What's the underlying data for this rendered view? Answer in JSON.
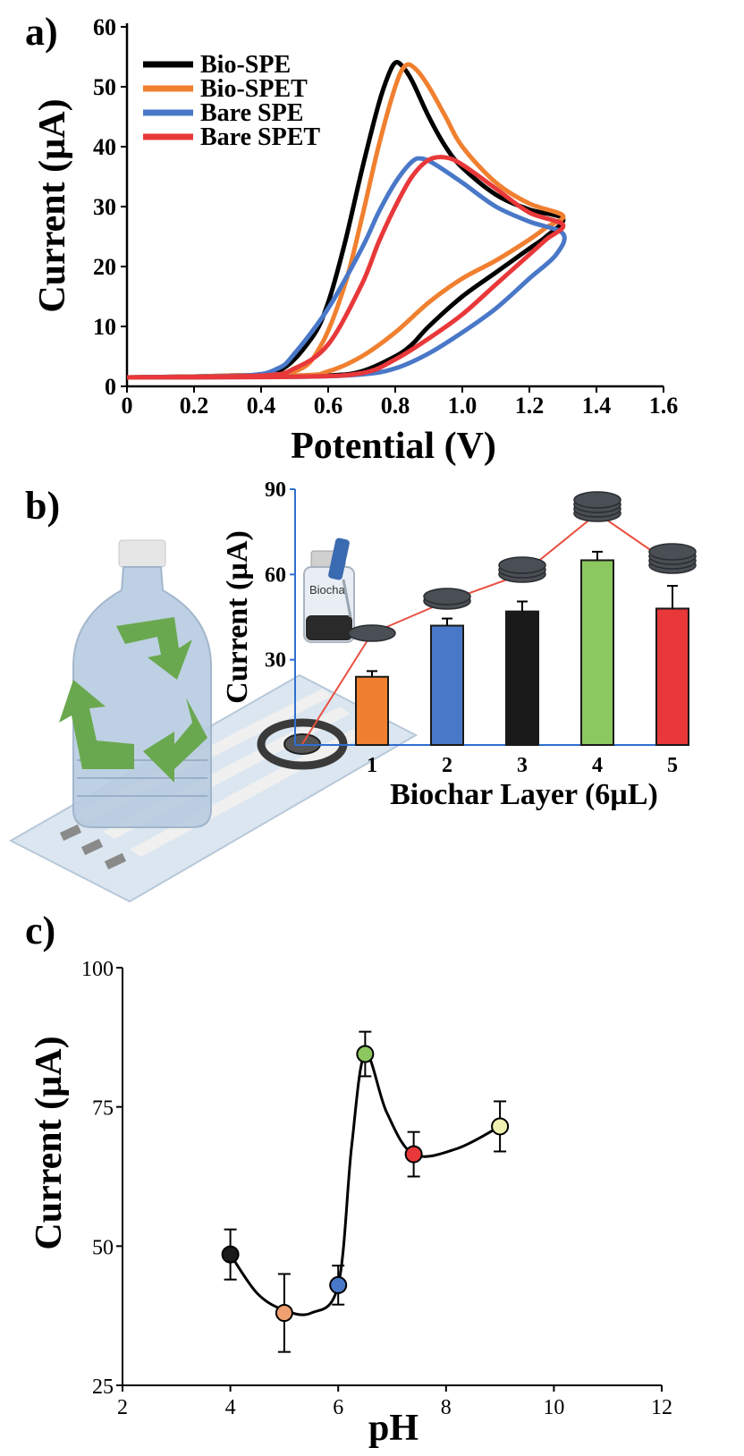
{
  "chart_data": [
    {
      "panel": "a)",
      "type": "line",
      "xlabel": "Potential (V)",
      "ylabel": "Current (µA)",
      "xlim": [
        0,
        1.6
      ],
      "ylim": [
        0,
        60
      ],
      "xticks": [
        "0",
        "0.2",
        "0.4",
        "0.6",
        "0.8",
        "1.0",
        "1.2",
        "1.4",
        "1.6"
      ],
      "yticks": [
        "0",
        "10",
        "20",
        "30",
        "40",
        "50",
        "60"
      ],
      "legend_position": "top-left",
      "series": [
        {
          "name": "Bio-SPE",
          "color": "#000000",
          "forward": [
            [
              0,
              1.5
            ],
            [
              0.3,
              1.8
            ],
            [
              0.45,
              2.5
            ],
            [
              0.55,
              8
            ],
            [
              0.6,
              14
            ],
            [
              0.65,
              24
            ],
            [
              0.7,
              36
            ],
            [
              0.75,
              47
            ],
            [
              0.78,
              52
            ],
            [
              0.8,
              54
            ],
            [
              0.82,
              53.5
            ],
            [
              0.85,
              51
            ],
            [
              0.9,
              45
            ],
            [
              0.95,
              40
            ],
            [
              1.0,
              36.5
            ],
            [
              1.1,
              32
            ],
            [
              1.2,
              29.5
            ],
            [
              1.3,
              28
            ]
          ],
          "reverse": [
            [
              1.3,
              28
            ],
            [
              1.25,
              25
            ],
            [
              1.2,
              23
            ],
            [
              1.1,
              19
            ],
            [
              1.0,
              15
            ],
            [
              0.9,
              10
            ],
            [
              0.85,
              7
            ],
            [
              0.8,
              5
            ],
            [
              0.7,
              2.5
            ],
            [
              0.6,
              1.8
            ],
            [
              0.4,
              1.6
            ],
            [
              0,
              1.5
            ]
          ]
        },
        {
          "name": "Bio-SPET",
          "color": "#f08030",
          "forward": [
            [
              0,
              1.5
            ],
            [
              0.3,
              1.8
            ],
            [
              0.5,
              2.5
            ],
            [
              0.58,
              7
            ],
            [
              0.65,
              17
            ],
            [
              0.7,
              28
            ],
            [
              0.75,
              40
            ],
            [
              0.8,
              50
            ],
            [
              0.83,
              53.5
            ],
            [
              0.86,
              53
            ],
            [
              0.9,
              50
            ],
            [
              0.95,
              45
            ],
            [
              1.0,
              40
            ],
            [
              1.1,
              34
            ],
            [
              1.2,
              30.5
            ],
            [
              1.3,
              28.5
            ]
          ],
          "reverse": [
            [
              1.3,
              28.5
            ],
            [
              1.25,
              26.5
            ],
            [
              1.2,
              24.5
            ],
            [
              1.1,
              21
            ],
            [
              1.0,
              18
            ],
            [
              0.9,
              14
            ],
            [
              0.8,
              9
            ],
            [
              0.7,
              5
            ],
            [
              0.6,
              2.5
            ],
            [
              0.5,
              1.8
            ],
            [
              0,
              1.5
            ]
          ]
        },
        {
          "name": "Bare SPE",
          "color": "#4a78c8",
          "forward": [
            [
              0,
              1.5
            ],
            [
              0.35,
              1.8
            ],
            [
              0.45,
              3
            ],
            [
              0.5,
              5.5
            ],
            [
              0.6,
              13
            ],
            [
              0.7,
              23
            ],
            [
              0.75,
              29
            ],
            [
              0.8,
              34
            ],
            [
              0.85,
              37.5
            ],
            [
              0.88,
              38
            ],
            [
              0.92,
              37
            ],
            [
              1.0,
              34
            ],
            [
              1.1,
              30
            ],
            [
              1.2,
              27.5
            ],
            [
              1.3,
              25.5
            ]
          ],
          "reverse": [
            [
              1.3,
              25.5
            ],
            [
              1.28,
              22
            ],
            [
              1.2,
              18
            ],
            [
              1.1,
              13
            ],
            [
              1.0,
              9
            ],
            [
              0.9,
              5.5
            ],
            [
              0.8,
              3
            ],
            [
              0.7,
              2
            ],
            [
              0.5,
              1.6
            ],
            [
              0,
              1.5
            ]
          ]
        },
        {
          "name": "Bare SPET",
          "color": "#e8383a",
          "forward": [
            [
              0,
              1.5
            ],
            [
              0.4,
              1.8
            ],
            [
              0.5,
              3
            ],
            [
              0.6,
              7
            ],
            [
              0.7,
              17
            ],
            [
              0.75,
              24
            ],
            [
              0.8,
              30
            ],
            [
              0.85,
              35
            ],
            [
              0.9,
              37.8
            ],
            [
              0.95,
              38.2
            ],
            [
              1.0,
              37
            ],
            [
              1.1,
              33
            ],
            [
              1.2,
              29
            ],
            [
              1.3,
              27
            ]
          ],
          "reverse": [
            [
              1.3,
              27
            ],
            [
              1.25,
              24.5
            ],
            [
              1.2,
              22
            ],
            [
              1.1,
              17
            ],
            [
              1.0,
              12
            ],
            [
              0.9,
              8
            ],
            [
              0.8,
              4.5
            ],
            [
              0.7,
              2.2
            ],
            [
              0.5,
              1.6
            ],
            [
              0,
              1.5
            ]
          ]
        }
      ]
    },
    {
      "panel": "b)",
      "type": "bar",
      "xlabel": "Biochar Layer (6µL)",
      "ylabel": "Current (µA)",
      "ylim": [
        0,
        90
      ],
      "yticks": [
        "30",
        "60",
        "90"
      ],
      "categories": [
        "1",
        "2",
        "3",
        "4",
        "5"
      ],
      "values": [
        24,
        42,
        47,
        65,
        48
      ],
      "errors": [
        2,
        2.5,
        3.5,
        3,
        8
      ],
      "colors": [
        "#f08030",
        "#4a78c8",
        "#1a1a1a",
        "#8cc860",
        "#e8383a"
      ],
      "trend_line_color": "#e85040",
      "bottle_label": "Biocha"
    },
    {
      "panel": "c)",
      "type": "scatter",
      "xlabel": "pH",
      "ylabel": "Current (µA)",
      "xlim": [
        2,
        12
      ],
      "ylim": [
        25,
        100
      ],
      "xticks": [
        "2",
        "4",
        "6",
        "8",
        "10",
        "12"
      ],
      "yticks": [
        "25",
        "50",
        "75",
        "100"
      ],
      "x": [
        4,
        5,
        6,
        6.5,
        7.4,
        9
      ],
      "y": [
        48.5,
        38,
        43,
        84.5,
        66.5,
        71.5
      ],
      "errors": [
        4.5,
        7,
        3.5,
        4,
        4,
        4.5
      ],
      "colors": [
        "#1a1a1a",
        "#f0a070",
        "#4a78c8",
        "#8cc860",
        "#e8383a",
        "#f0f0b0"
      ]
    }
  ]
}
